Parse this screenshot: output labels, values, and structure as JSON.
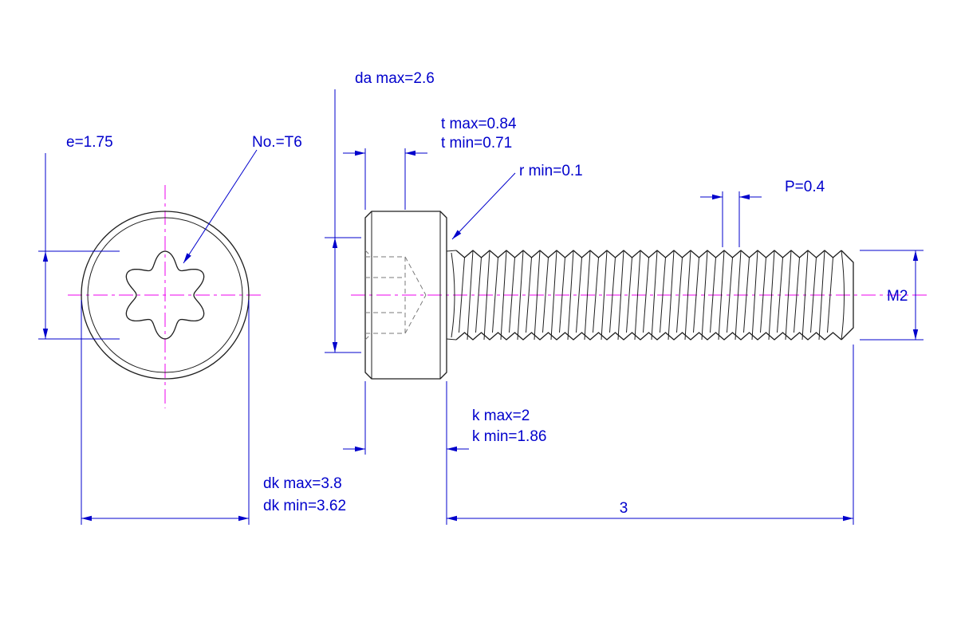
{
  "end_view": {
    "labels": {
      "e": "e=1.75",
      "drive_size": "No.=T6",
      "dk_max": "dk max=3.8",
      "dk_min": "dk min=3.62"
    }
  },
  "side_view": {
    "labels": {
      "da_max": "da max=2.6",
      "t_max": "t max=0.84",
      "t_min": "t min=0.71",
      "r_min": "r min=0.1",
      "pitch": "P=0.4",
      "thread_designation": "M2",
      "k_max": "k max=2",
      "k_min": "k min=1.86",
      "thread_length": "3"
    }
  },
  "colors": {
    "dimension": "#0000cc",
    "centerline": "#ee00ee",
    "outline": "#1e1e1e",
    "hidden": "#7a7a7a",
    "background": "#ffffff"
  }
}
